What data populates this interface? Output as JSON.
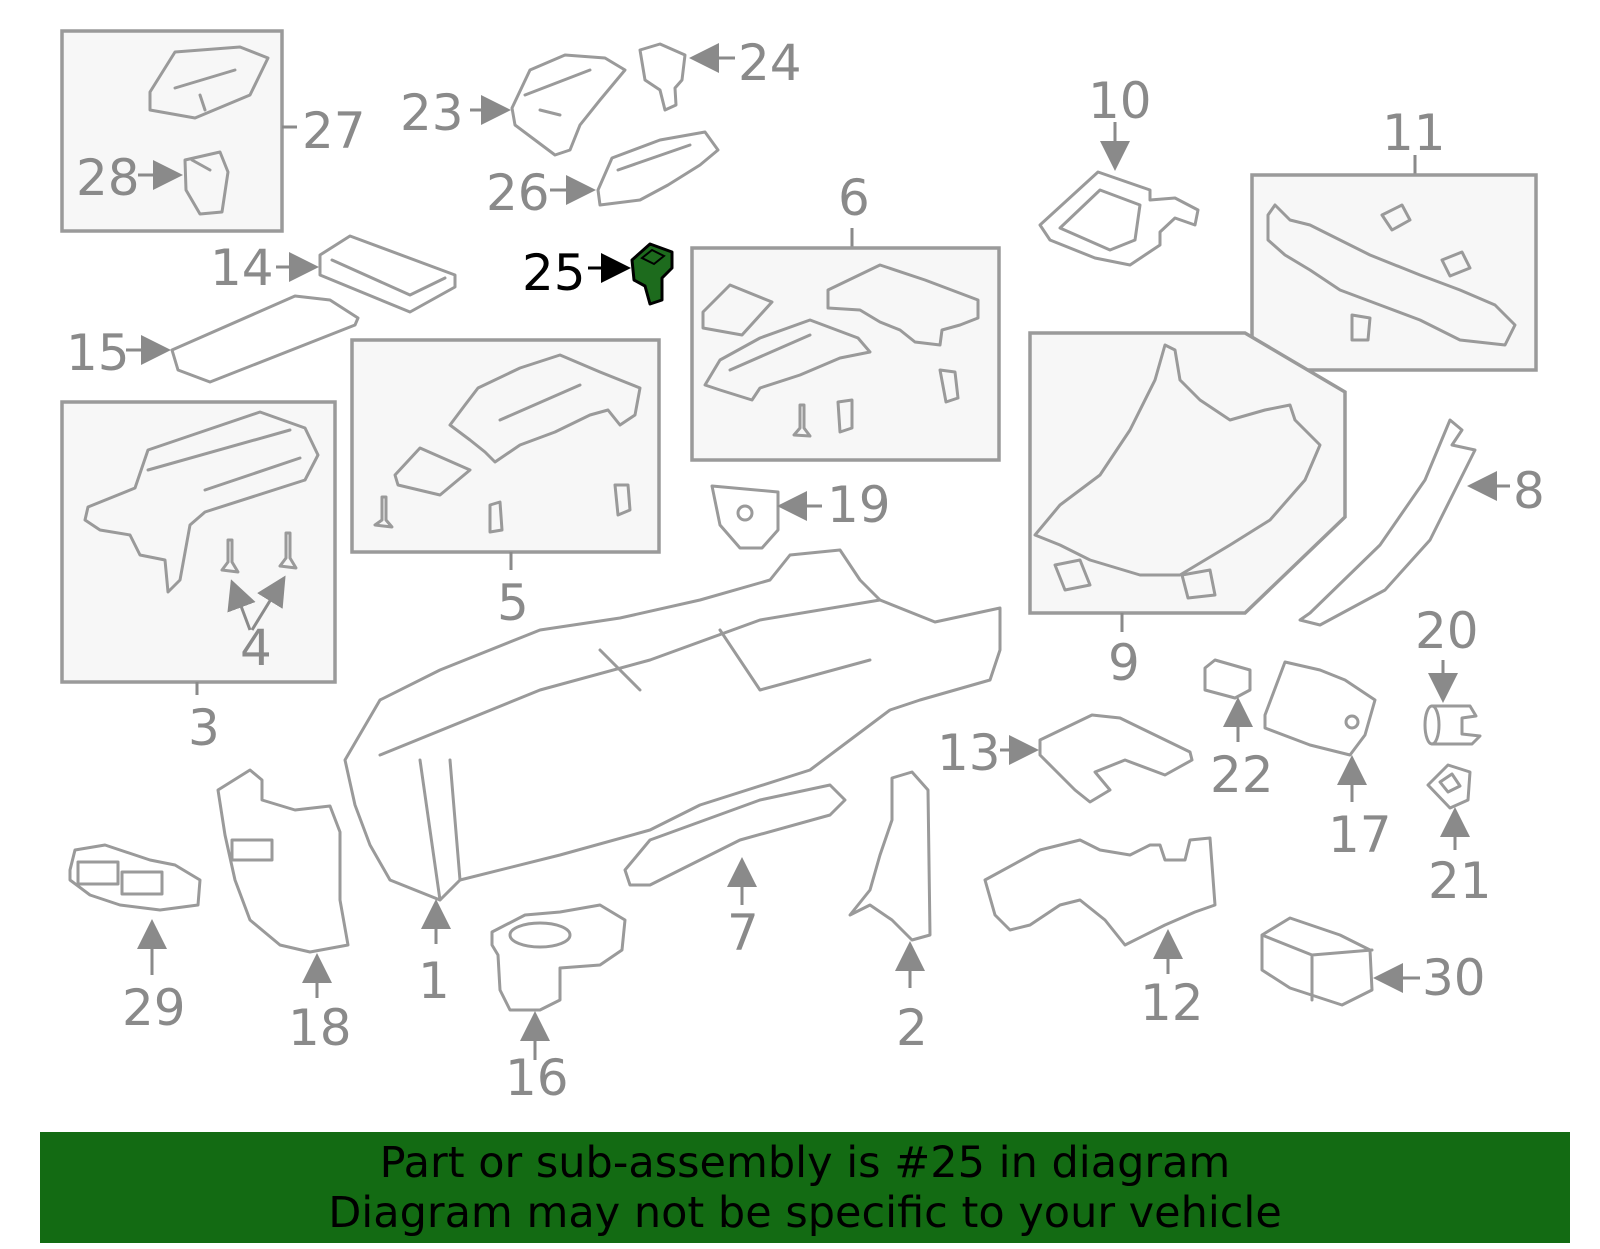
{
  "diagram": {
    "highlighted_part": "25",
    "callouts": [
      "1",
      "2",
      "3",
      "4",
      "5",
      "6",
      "7",
      "8",
      "9",
      "10",
      "11",
      "12",
      "13",
      "14",
      "15",
      "16",
      "17",
      "18",
      "19",
      "20",
      "21",
      "22",
      "23",
      "24",
      "25",
      "26",
      "27",
      "28",
      "29",
      "30"
    ]
  },
  "banner": {
    "line1": "Part or sub-assembly is #25 in diagram",
    "line2": "Diagram may not be specific to your vehicle",
    "background": "#136b13"
  },
  "colors": {
    "line_art": "#9a9a9a",
    "callout_text": "#8a8a8a",
    "highlight_fill": "#1d6b1d"
  }
}
